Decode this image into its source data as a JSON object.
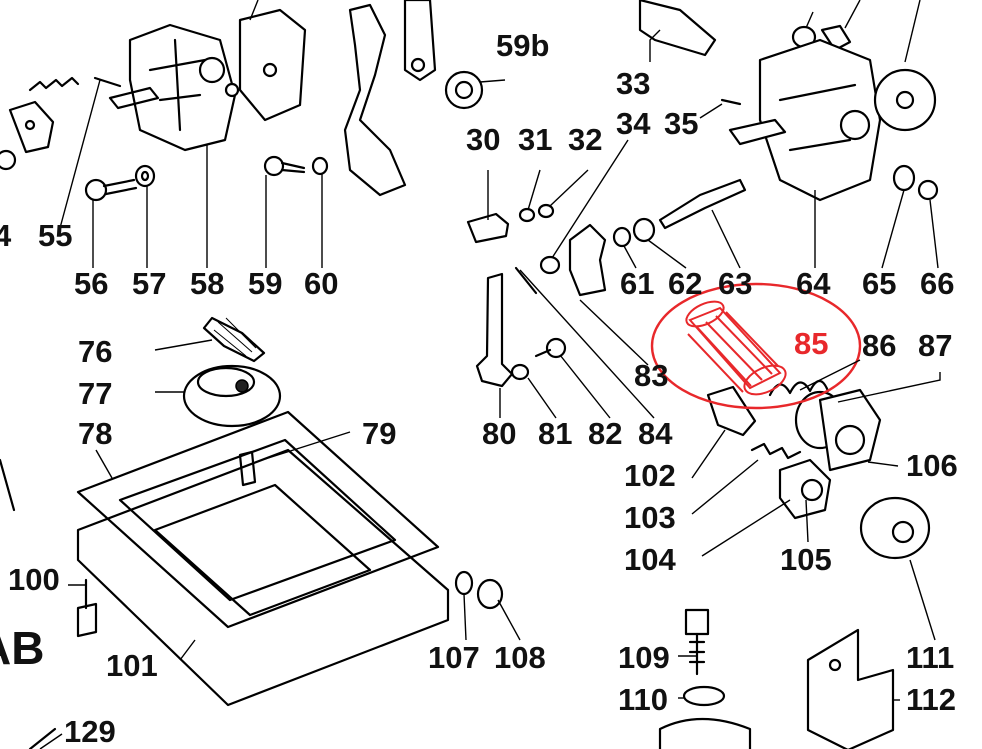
{
  "highlight": {
    "color": "#e8282b",
    "part": "85"
  },
  "labels": {
    "p4": "4",
    "p55": "55",
    "p56": "56",
    "p57": "57",
    "p58": "58",
    "p59": "59",
    "p59b": "59b",
    "p60": "60",
    "p30": "30",
    "p31": "31",
    "p32": "32",
    "p33": "33",
    "p34": "34",
    "p35": "35",
    "p61": "61",
    "p62": "62",
    "p63": "63",
    "p64": "64",
    "p65": "65",
    "p66": "66",
    "p76": "76",
    "p77": "77",
    "p78": "78",
    "p79": "79",
    "p80": "80",
    "p81": "81",
    "p82": "82",
    "p83": "83",
    "p84": "84",
    "p85": "85",
    "p86": "86",
    "p87": "87",
    "p100": "100",
    "p101": "101",
    "p102": "102",
    "p103": "103",
    "p104": "104",
    "p105": "105",
    "p106": "106",
    "p107": "107",
    "p108": "108",
    "p109": "109",
    "p110": "110",
    "p111": "111",
    "p112": "112",
    "p129": "129",
    "pAB": "AB"
  }
}
